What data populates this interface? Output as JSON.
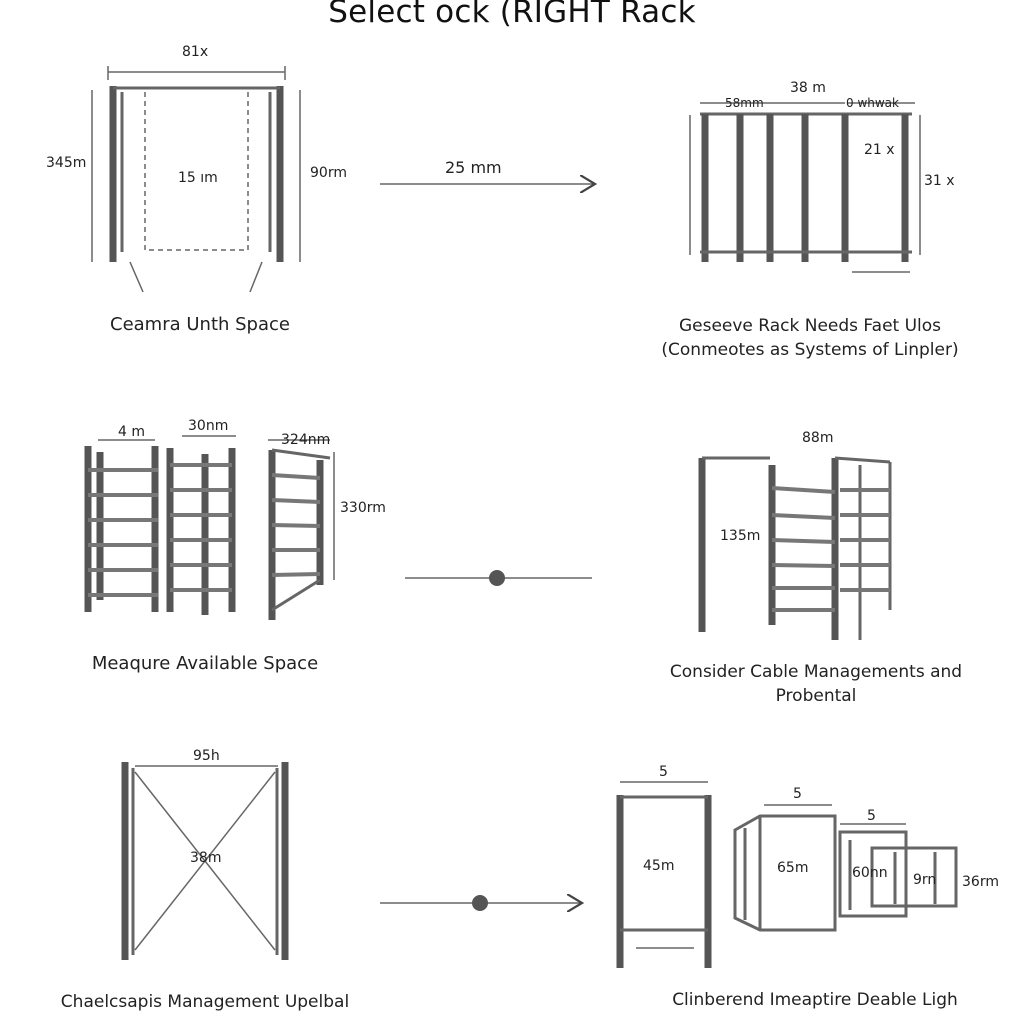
{
  "title": "Select ock (RIGHT Rack",
  "panels": {
    "p1": {
      "caption": "Ceamra Unth Space",
      "dims": [
        "81x",
        "345m",
        "15 ım",
        "90rm"
      ]
    },
    "arrow1": {
      "label": "25 mm"
    },
    "p2": {
      "caption_line1": "Geseeve Rack Needs Faet Ulos",
      "caption_line2": "(Conmeotes as Systems of Linpler)",
      "dims": [
        "38 m",
        "58mm",
        "0 whwak",
        "21 x",
        "31 x"
      ]
    },
    "p3": {
      "caption": "Meaqure Available Space",
      "dims": [
        "4 m",
        "30nm",
        "324nm",
        "330rm"
      ]
    },
    "p4": {
      "caption_line1": "Consider Cable Managements and",
      "caption_line2": "Probental",
      "dims": [
        "88m",
        "135m"
      ]
    },
    "p5": {
      "caption": "Chaelcsapis Management Upelbal",
      "dims": [
        "95h",
        "38m"
      ]
    },
    "p6": {
      "caption": "Clinberend Imeaptire Deable Ligh",
      "dims": [
        "5",
        "5",
        "5",
        "45m",
        "65m",
        "60nn",
        "9rn",
        "36rm"
      ]
    }
  }
}
